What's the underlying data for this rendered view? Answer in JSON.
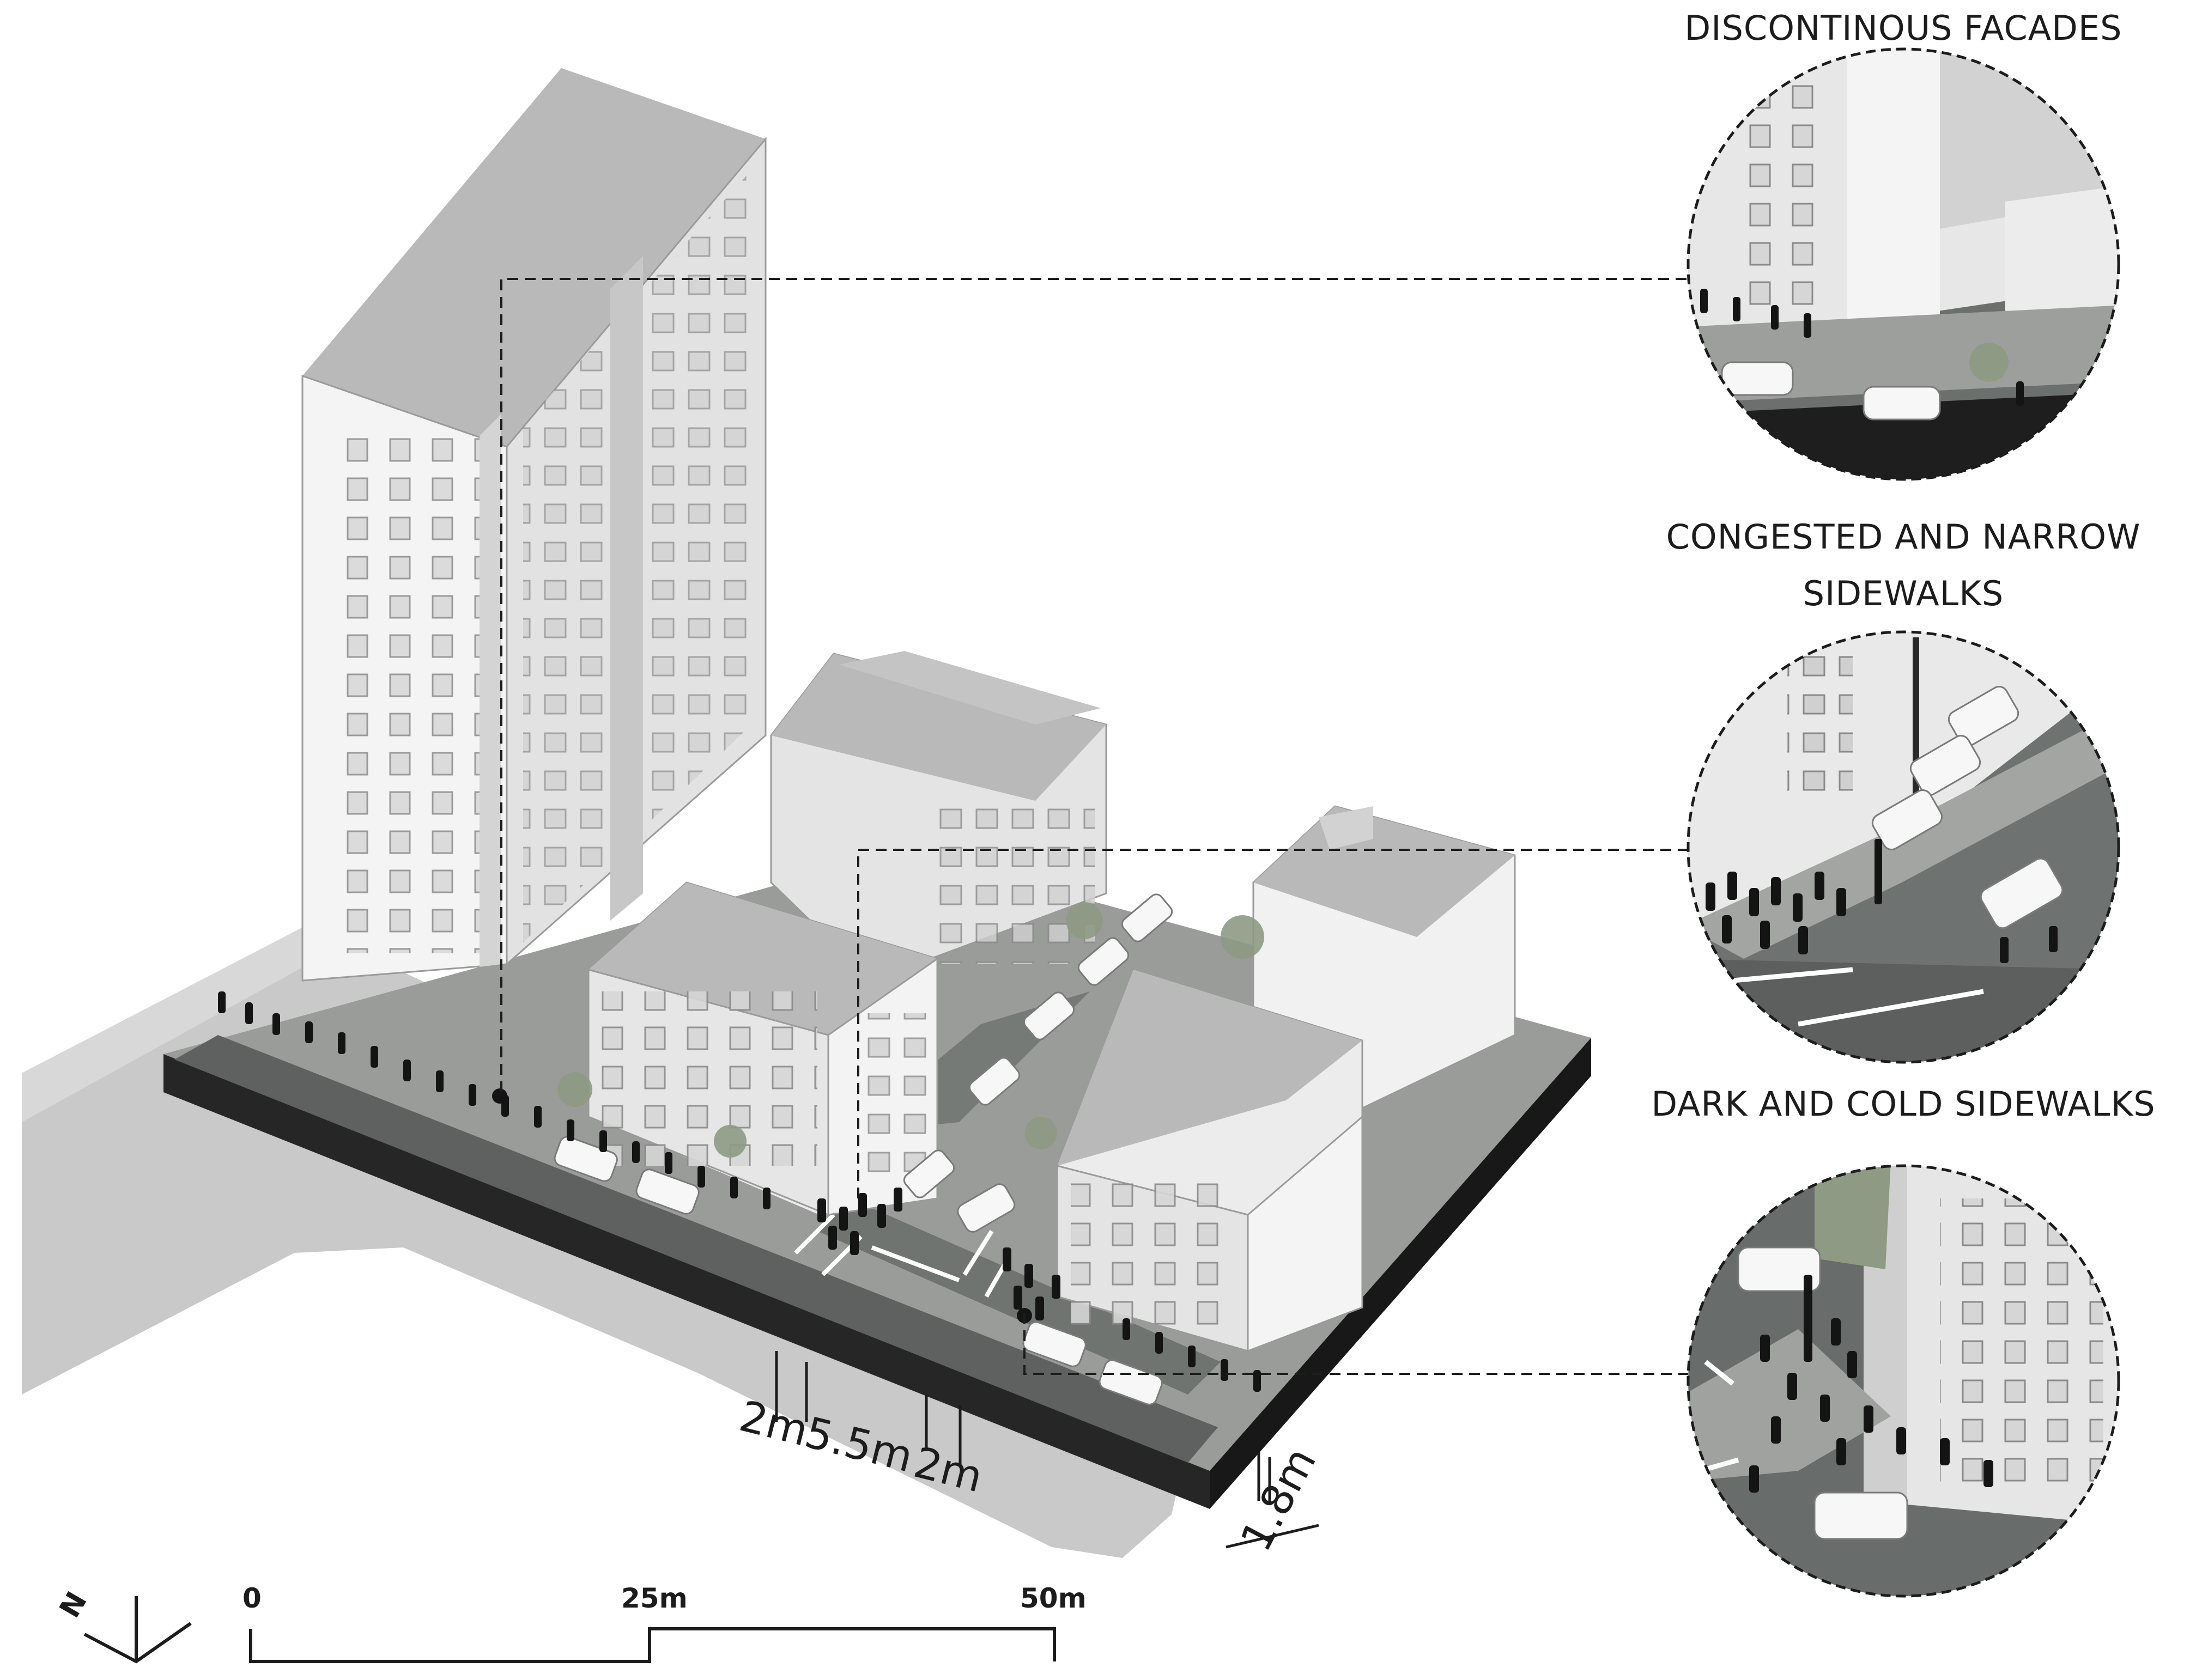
{
  "callouts": [
    {
      "title_lines": [
        "DISCONTINOUS FACADES"
      ]
    },
    {
      "title_lines": [
        "CONGESTED AND NARROW",
        "SIDEWALKS"
      ]
    },
    {
      "title_lines": [
        "DARK AND COLD SIDEWALKS"
      ]
    }
  ],
  "dimensions": {
    "sidewalk_a": "2m",
    "road": "5.5m",
    "sidewalk_b": "2m",
    "height": "1.8m"
  },
  "scale_bar": {
    "labels": [
      "0",
      "25m",
      "50m"
    ]
  },
  "north": {
    "label": "N"
  },
  "colors": {
    "building_roof": "#b8b8b8",
    "building_light": "#f2f2f2",
    "building_mid": "#dcdcdc",
    "base_dark": "#262626",
    "street": "#6d716e",
    "shadow": "#c8c8c8",
    "tree": "#8e9a84",
    "people": "#141414"
  }
}
